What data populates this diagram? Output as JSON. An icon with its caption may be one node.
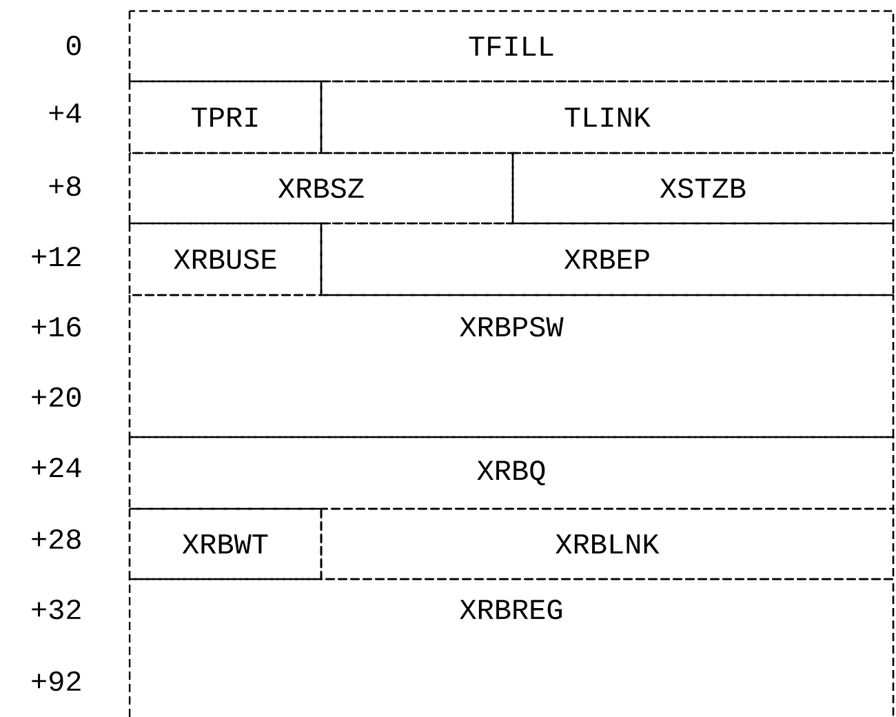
{
  "diagram": {
    "nodes": [
      {
        "text": [
          "TFILL"
        ]
      },
      {
        "text": [
          "TPRI"
        ]
      },
      {
        "text": [
          "TLINK"
        ]
      },
      {
        "text": [
          "XRBSZ"
        ]
      },
      {
        "text": [
          "XSTZB"
        ]
      },
      {
        "text": [
          "XRBUSE"
        ]
      },
      {
        "text": [
          "XRBEP"
        ]
      },
      {
        "text": [
          "XRBPSW"
        ]
      },
      {
        "text": [
          "XRBQ"
        ]
      },
      {
        "text": [
          "XRBWT"
        ]
      },
      {
        "text": [
          "XRBLNK"
        ]
      },
      {
        "text": [
          "XRBREG"
        ]
      }
    ],
    "labels": [
      "0",
      "+4",
      "+8",
      "+12",
      "+16",
      "+20",
      "+24",
      "+28",
      "+32",
      "+92"
    ]
  }
}
